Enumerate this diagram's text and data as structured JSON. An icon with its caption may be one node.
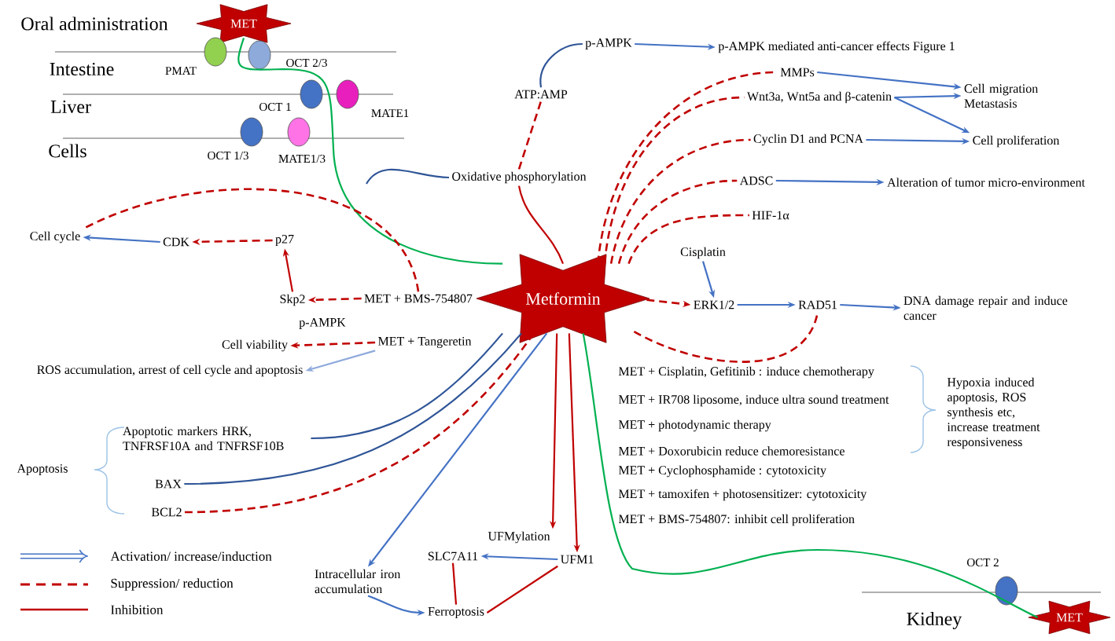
{
  "diagram": {
    "nodes": [
      {
        "text": [
          "MET"
        ]
      },
      {
        "text": [
          "Metformin"
        ]
      },
      {
        "text": [
          "MET"
        ]
      },
      {
        "text": [],
        "shape": "ellipse",
        "beside": [
          "PMAT"
        ]
      },
      {
        "text": [],
        "shape": "ellipse",
        "beside": [
          "OCT 2/3"
        ]
      },
      {
        "text": [],
        "shape": "ellipse",
        "beside": [
          "OCT 1"
        ]
      },
      {
        "text": [],
        "shape": "ellipse",
        "beside": [
          "MATE1"
        ]
      },
      {
        "text": [],
        "shape": "ellipse",
        "beside": [
          "OCT 1/3"
        ]
      },
      {
        "text": [],
        "shape": "ellipse",
        "beside": [
          "MATE1/3"
        ]
      },
      {
        "text": [],
        "shape": "ellipse",
        "beside": [
          "OCT 2"
        ]
      },
      {
        "text": [
          "Oxidative phosphorylation"
        ]
      },
      {
        "text": [
          "ATP:AMP"
        ]
      },
      {
        "text": [
          "p-AMPK"
        ]
      },
      {
        "text": [
          "p-AMPK mediated anti-cancer effects Figure 1"
        ]
      },
      {
        "text": [
          "MMPs"
        ]
      },
      {
        "text": [
          "Wnt3a, Wnt5a and β-catenin"
        ]
      },
      {
        "text": [
          "Cell migration Metastasis"
        ]
      },
      {
        "text": [
          "Cyclin D1 and PCNA"
        ]
      },
      {
        "text": [
          "Cell proliferation"
        ]
      },
      {
        "text": [
          "ADSC"
        ]
      },
      {
        "text": [
          "Alteration of tumor micro-environment"
        ]
      },
      {
        "text": [
          "HIF-1α"
        ]
      },
      {
        "text": [
          "Cisplatin"
        ]
      },
      {
        "text": [
          "ERK1/2"
        ]
      },
      {
        "text": [
          "RAD51"
        ]
      },
      {
        "text": [
          "DNA damage repair and induce cancer"
        ]
      },
      {
        "text": [
          "Cell cycle"
        ]
      },
      {
        "text": [
          "CDK"
        ]
      },
      {
        "text": [
          "p27"
        ]
      },
      {
        "text": [
          "Skp2"
        ]
      },
      {
        "text": [
          "MET + BMS-754807"
        ]
      },
      {
        "text": [
          "Cell viability"
        ]
      },
      {
        "text": [
          "MET + Tangeretin"
        ]
      },
      {
        "text": [
          "ROS accumulation, arrest of cell cycle and apoptosis"
        ]
      },
      {
        "text": [
          "Apoptotic markers HRK, TNFRSF10A and TNFRSF10B"
        ]
      },
      {
        "text": [
          "BAX"
        ]
      },
      {
        "text": [
          "BCL2"
        ]
      },
      {
        "text": [
          "UFMylation"
        ]
      },
      {
        "text": [
          "SLC7A11"
        ]
      },
      {
        "text": [
          "UFM1"
        ]
      },
      {
        "text": [
          "Intracellular iron accumulation"
        ]
      },
      {
        "text": [
          "Ferroptosis"
        ]
      }
    ],
    "edges": [
      {
        "from": 0,
        "to": 1,
        "arrow": "none",
        "color": "#00b050"
      },
      {
        "from": 1,
        "to": 2,
        "arrow": "none",
        "color": "#00b050"
      },
      {
        "from": null,
        "to": 10,
        "arrow": "none",
        "color": "#2f5597"
      },
      {
        "from": 11,
        "to": 12,
        "arrow": "none",
        "color": "#2f5597"
      },
      {
        "from": 12,
        "to": 13,
        "arrow": "to",
        "color": "#4472c4"
      },
      {
        "from": 10,
        "to": 11,
        "arrow": "none",
        "style": "dashed",
        "color": "#c00000"
      },
      {
        "from": 1,
        "to": 10,
        "arrow": "none",
        "color": "#c00000"
      },
      {
        "from": 1,
        "to": 14,
        "arrow": "none",
        "style": "dashed",
        "color": "#c00000"
      },
      {
        "from": 1,
        "to": 15,
        "arrow": "none",
        "style": "dashed",
        "color": "#c00000"
      },
      {
        "from": 1,
        "to": 17,
        "arrow": "none",
        "style": "dashed",
        "color": "#c00000"
      },
      {
        "from": 1,
        "to": 19,
        "arrow": "none",
        "style": "dashed",
        "color": "#c00000"
      },
      {
        "from": 1,
        "to": 21,
        "arrow": "none",
        "style": "dashed",
        "color": "#c00000"
      },
      {
        "from": 14,
        "to": 16,
        "arrow": "to",
        "color": "#4472c4"
      },
      {
        "from": 15,
        "to": 16,
        "arrow": "to",
        "color": "#4472c4"
      },
      {
        "from": 15,
        "to": 18,
        "arrow": "to",
        "color": "#4472c4"
      },
      {
        "from": 17,
        "to": 18,
        "arrow": "to",
        "color": "#4472c4"
      },
      {
        "from": 19,
        "to": 20,
        "arrow": "to",
        "color": "#4472c4"
      },
      {
        "from": 22,
        "to": 23,
        "arrow": "to",
        "color": "#4472c4"
      },
      {
        "from": 1,
        "to": 23,
        "arrow": "to",
        "style": "dashed",
        "color": "#c00000"
      },
      {
        "from": 23,
        "to": 24,
        "arrow": "to",
        "color": "#4472c4"
      },
      {
        "from": 24,
        "to": 25,
        "arrow": "to",
        "color": "#4472c4"
      },
      {
        "from": 1,
        "to": 24,
        "arrow": "none",
        "style": "dashed",
        "color": "#c00000"
      },
      {
        "from": 30,
        "to": 29,
        "arrow": "to",
        "style": "dashed",
        "color": "#c00000"
      },
      {
        "from": 29,
        "to": 28,
        "arrow": "to",
        "color": "#c00000"
      },
      {
        "from": 28,
        "to": 27,
        "arrow": "to",
        "style": "dashed",
        "color": "#c00000"
      },
      {
        "from": 27,
        "to": 26,
        "arrow": "to",
        "color": "#4472c4"
      },
      {
        "from": 30,
        "to": 26,
        "arrow": "none",
        "style": "dashed",
        "color": "#c00000"
      },
      {
        "from": 32,
        "to": 31,
        "arrow": "to",
        "style": "dashed",
        "color": "#c00000"
      },
      {
        "from": 32,
        "to": 33,
        "arrow": "to",
        "color": "#8faadc"
      },
      {
        "from": 1,
        "to": 34,
        "arrow": "none",
        "color": "#2f5597"
      },
      {
        "from": 1,
        "to": 35,
        "arrow": "none",
        "color": "#2f5597"
      },
      {
        "from": 1,
        "to": 36,
        "arrow": "none",
        "style": "dashed",
        "color": "#c00000"
      },
      {
        "from": 1,
        "to": 40,
        "arrow": "to",
        "color": "#4472c4"
      },
      {
        "from": 1,
        "to": 37,
        "arrow": "to",
        "color": "#c00000"
      },
      {
        "from": 1,
        "to": 39,
        "arrow": "to",
        "color": "#c00000"
      },
      {
        "from": 39,
        "to": 38,
        "arrow": "to",
        "color": "#4472c4"
      },
      {
        "from": 38,
        "to": 41,
        "arrow": "none",
        "color": "#c00000"
      },
      {
        "from": 40,
        "to": 41,
        "arrow": "to",
        "color": "#4472c4"
      },
      {
        "from": 39,
        "to": 41,
        "arrow": "none",
        "color": "#c00000"
      }
    ],
    "labels": [
      "Oral administration",
      "Intestine",
      "Liver",
      "Cells",
      "p-AMPK",
      "Apoptosis",
      "MET + Cisplatin, Gefitinib : induce chemotherapy",
      "MET + IR708 liposome, induce ultra sound treatment",
      "MET + photodynamic therapy",
      "MET + Doxorubicin reduce chemoresistance",
      "MET + Cyclophosphamide : cytotoxicity",
      "MET + tamoxifen + photosensitizer: cytotoxicity",
      "MET + BMS-754807: inhibit cell proliferation",
      "Hypoxia induced apoptosis, ROS synthesis etc, increase treatment responsiveness",
      "Kidney"
    ],
    "legend": [
      {
        "text": "Activation/ increase/induction"
      },
      {
        "text": "Suppression/ reduction"
      },
      {
        "text": "Inhibition"
      }
    ]
  }
}
